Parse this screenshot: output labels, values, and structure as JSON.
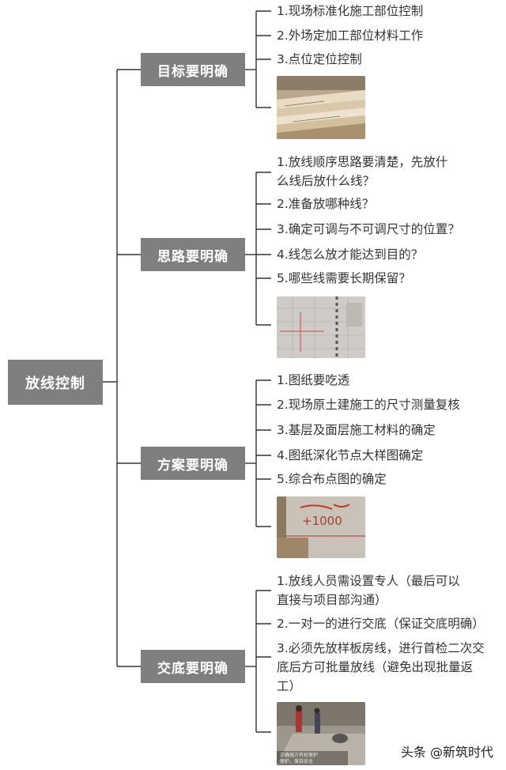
{
  "colors": {
    "box_fill": "#7f7f7f",
    "box_text": "#ffffff",
    "line": "#333333",
    "text": "#333333"
  },
  "root": {
    "label": "放线控制"
  },
  "branches": [
    {
      "label": "目标要明确",
      "items": [
        "1.现场标准化施工部位控制",
        "2.外场定加工部位材料工作",
        "3.点位定位控制"
      ],
      "photo": "stacked-boards-photo"
    },
    {
      "label": "思路要明确",
      "items": [
        "1.放线顺序思路要清楚，先放什",
        "么线后放什么线？",
        "2.准备放哪种线？",
        "3.确定可调与不可调尺寸的位置？",
        "4.线怎么放才能达到目的？",
        "5.哪些线需要长期保留？"
      ],
      "photo": "wall-layout-lines-photo"
    },
    {
      "label": "方案要明确",
      "items": [
        "1.图纸要吃透",
        "2.现场原土建施工的尺寸测量复核",
        "3.基层及面层施工材料的确定",
        "4.图纸深化节点大样图确定",
        "5.综合布点图的确定"
      ],
      "photo": "wall-marking-photo"
    },
    {
      "label": "交底要明确",
      "items": [
        "1.放线人员需设置专人（最后可以",
        "直接与项目部沟通）",
        "2.一对一的进行交底（保证交底明确）",
        "3.必须先放样板房线，进行首检二次交",
        "底后方可批量放线（避免出现批量返",
        "工）"
      ],
      "photo": "site-workers-photo"
    }
  ],
  "photo_texts": {
    "wall_marking": "+1000",
    "site_caption_1": "正确施方有权保护",
    "site_caption_2": "保护，保自安全"
  },
  "watermark": "头条 @新筑时代"
}
